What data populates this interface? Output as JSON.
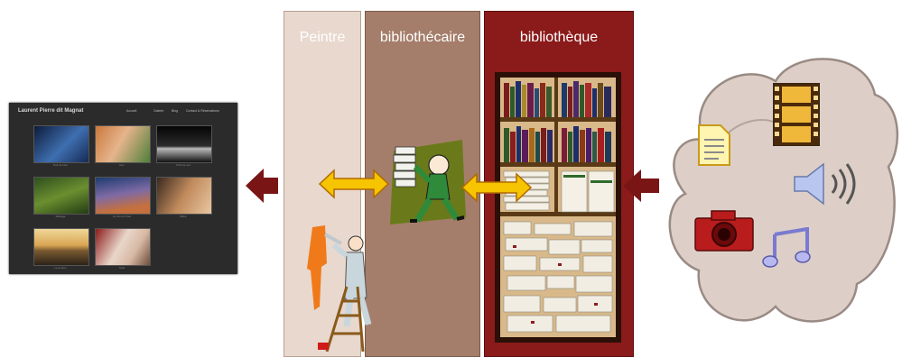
{
  "columns": [
    {
      "label": "Peintre",
      "color": "#e8d8ce"
    },
    {
      "label": "bibliothécaire",
      "color": "#a57e6b"
    },
    {
      "label": "bibliothèque",
      "color": "#8b1a1a"
    }
  ],
  "website": {
    "title": "Laurent Pierre dit Magnat",
    "subtitle": "",
    "nav": [
      "Accueil",
      "Galerie",
      "Blog",
      "Contact & Réservations"
    ],
    "photo_captions": [
      "Nuit de lune",
      "Duo",
      "Paris la nuit",
      "Mariage",
      "Le chemin bleu",
      "Bébé",
      "Le ponton",
      "Noël",
      ""
    ]
  },
  "colors": {
    "arrow_dark_red": "#7a1515",
    "double_arrow_fill": "#f6c400",
    "double_arrow_stroke": "#b06a00",
    "cloud_fill": "#ddcfc8",
    "cloud_stroke": "#9a8a84"
  },
  "cloud_icons": [
    "document-icon",
    "film-icon",
    "speaker-icon",
    "camera-icon",
    "music-note-icon"
  ]
}
